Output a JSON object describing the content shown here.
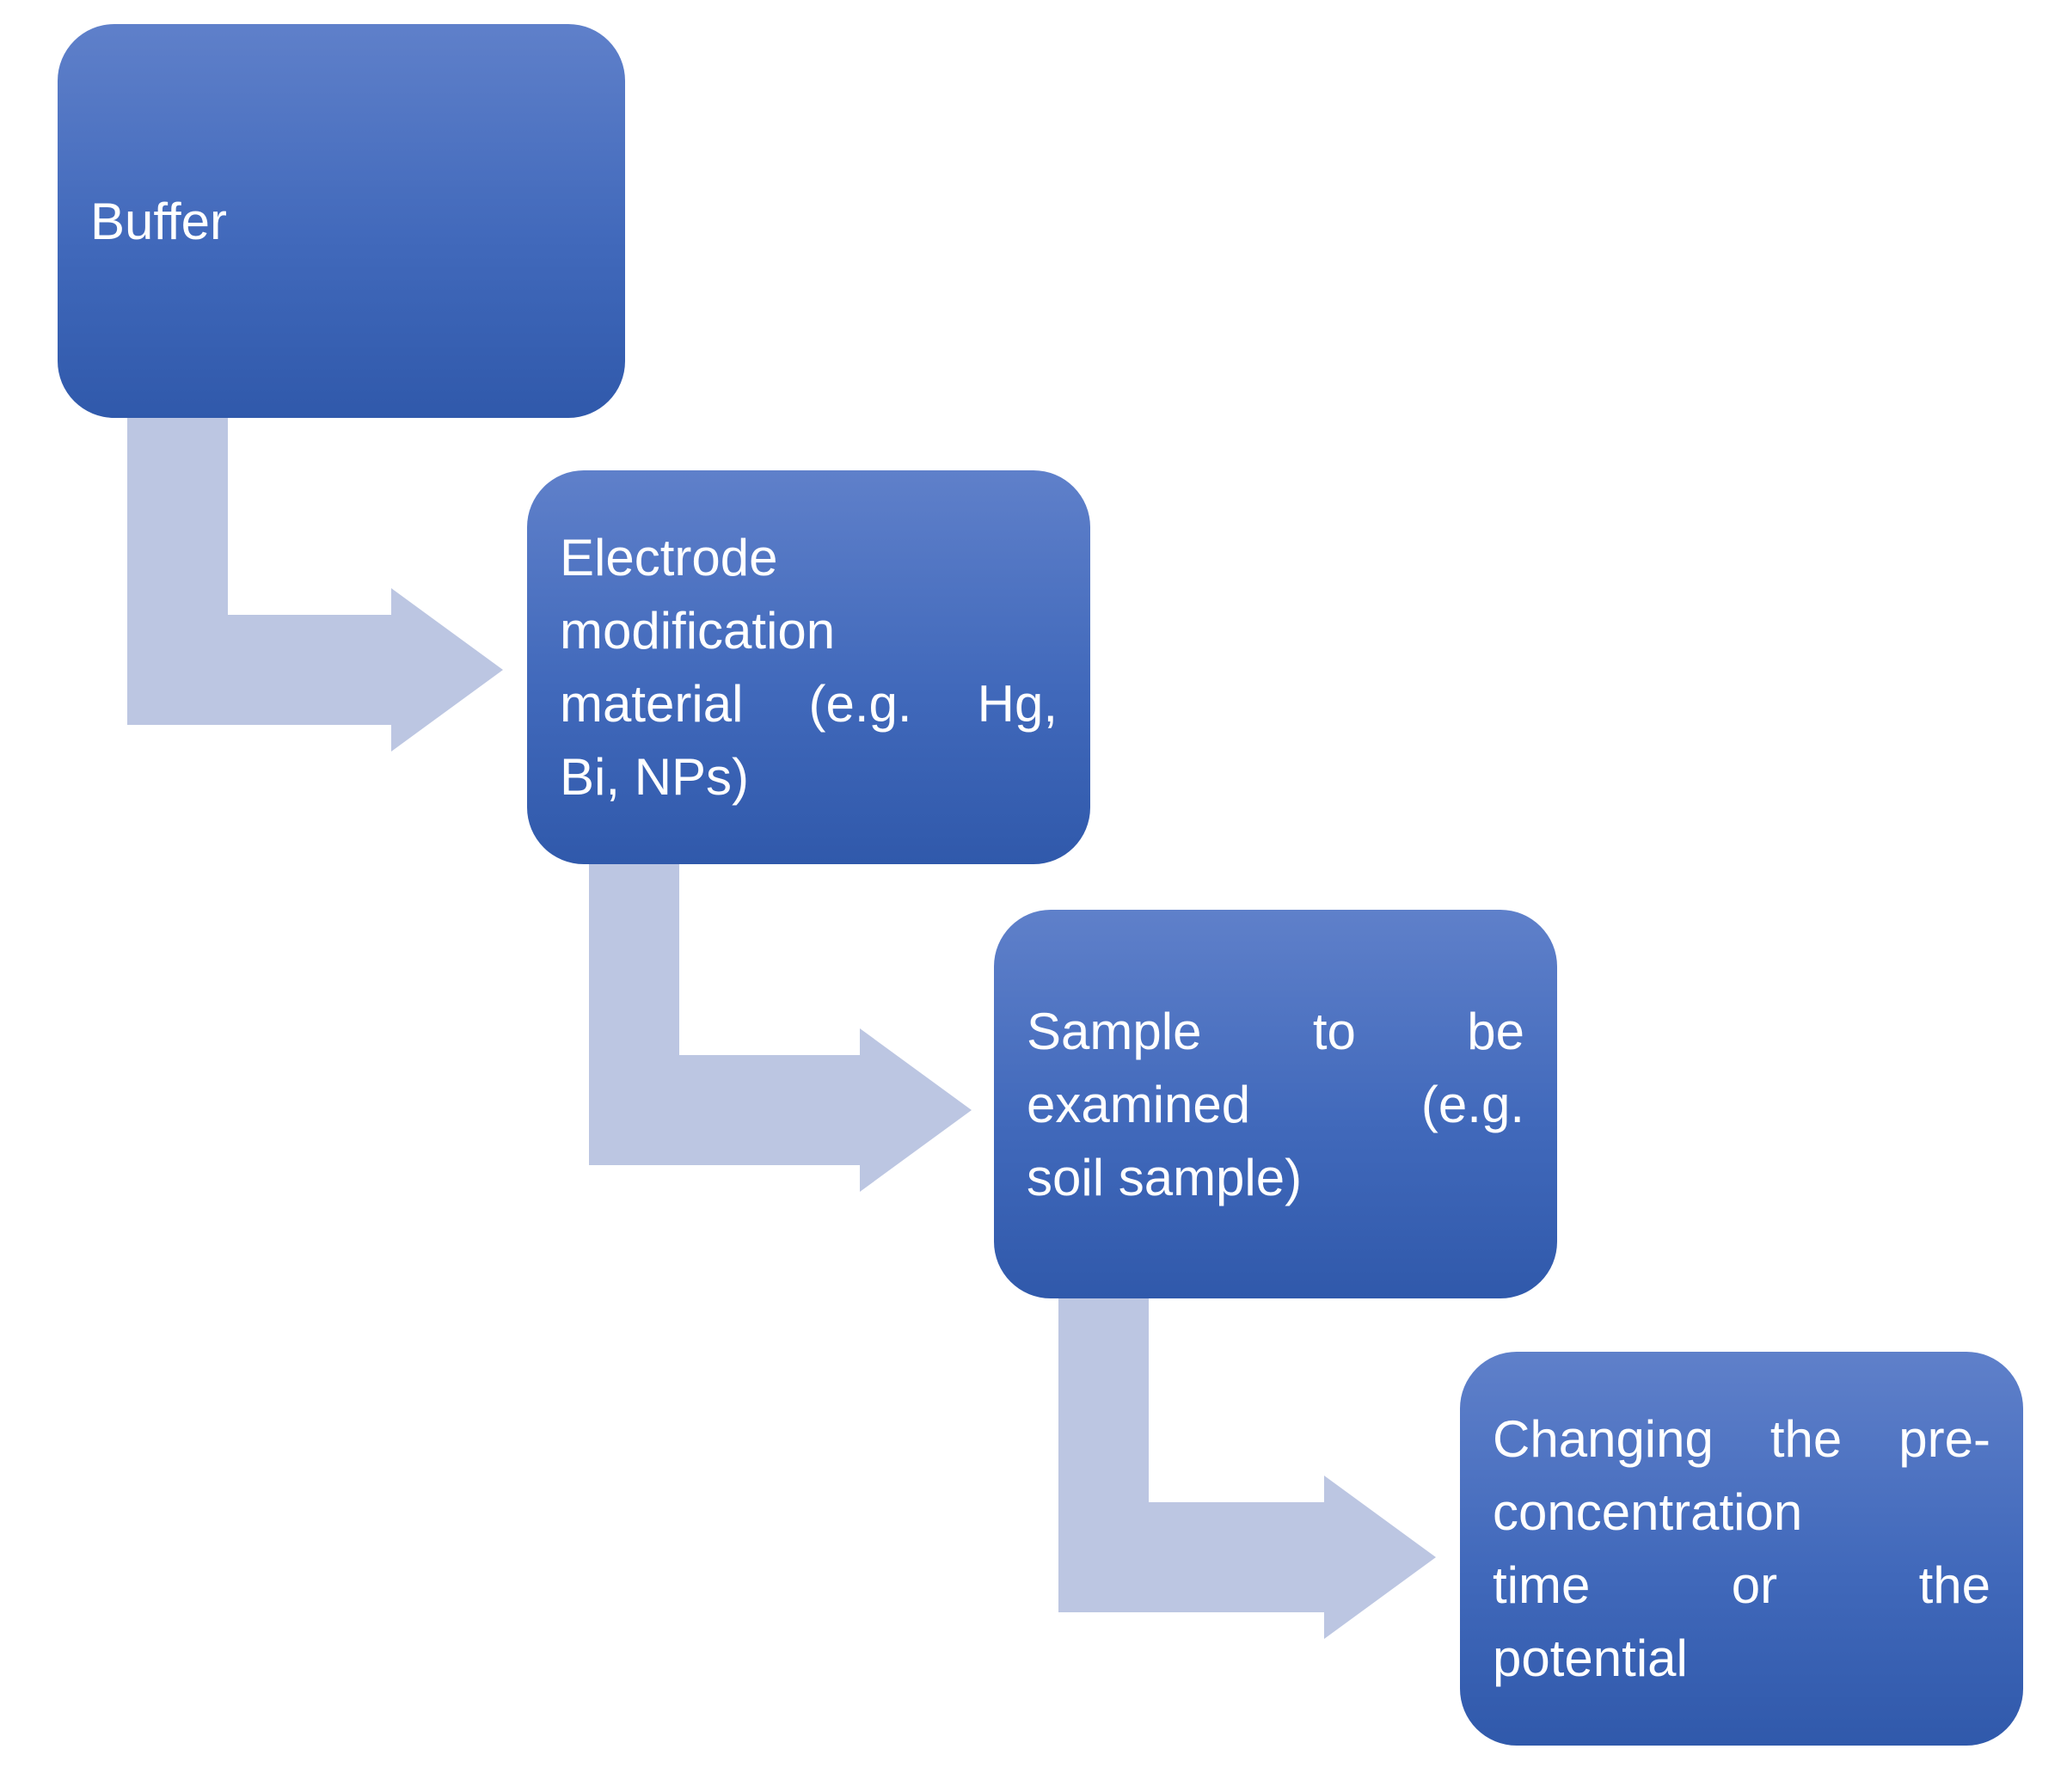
{
  "diagram": {
    "kind": "step-down-process-flowchart",
    "background": "#ffffff",
    "boxes": [
      {
        "id": "buffer",
        "text": "Buffer",
        "lines": [
          "Buffer"
        ]
      },
      {
        "id": "electrode-modification",
        "text": "Electrode modification material (e.g. Hg, Bi, NPs)",
        "lines": [
          "Electrode",
          "modification",
          "material (e.g. Hg,",
          "Bi, NPs)"
        ]
      },
      {
        "id": "sample-to-be-examined",
        "text": "Sample to be examined (e.g. soil sample)",
        "lines": [
          "Sample to be",
          "examined (e.g.",
          "soil sample)"
        ]
      },
      {
        "id": "preconcentration-time-or-potential",
        "text": "Changing the pre-concentration time or the potential",
        "lines": [
          "Changing the pre-",
          "concentration",
          "time or the",
          "potential"
        ]
      }
    ],
    "colors": {
      "box_gradient_top": "#5f80ca",
      "box_gradient_bottom": "#3059ab",
      "arrow": "#bcc6e2",
      "text": "#ffffff"
    }
  }
}
